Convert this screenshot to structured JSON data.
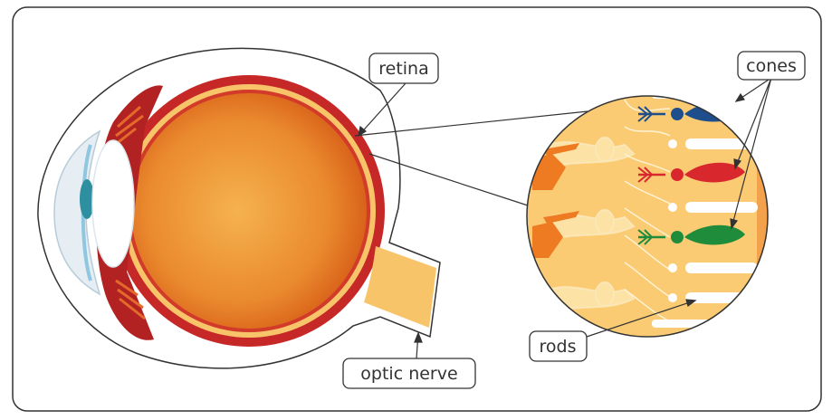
{
  "labels": {
    "retina": "retina",
    "cones": "cones",
    "rods": "rods",
    "optic_nerve": "optic nerve"
  },
  "colors": {
    "frame": "#333333",
    "eyeball_inner": "#F5A94A",
    "eyeball_outer": "#E0701E",
    "choroid": "#C62828",
    "retina_layer": "#F8C46A",
    "optic_nerve": "#F8C46A",
    "cornea": "#DDEAF2",
    "iris": "#2E8FA0",
    "detail_bg": "#FBCB74",
    "cone_blue": "#1F4E8C",
    "cone_red": "#D9272E",
    "cone_green": "#1E8C3A",
    "rod": "#FFFFFF"
  }
}
